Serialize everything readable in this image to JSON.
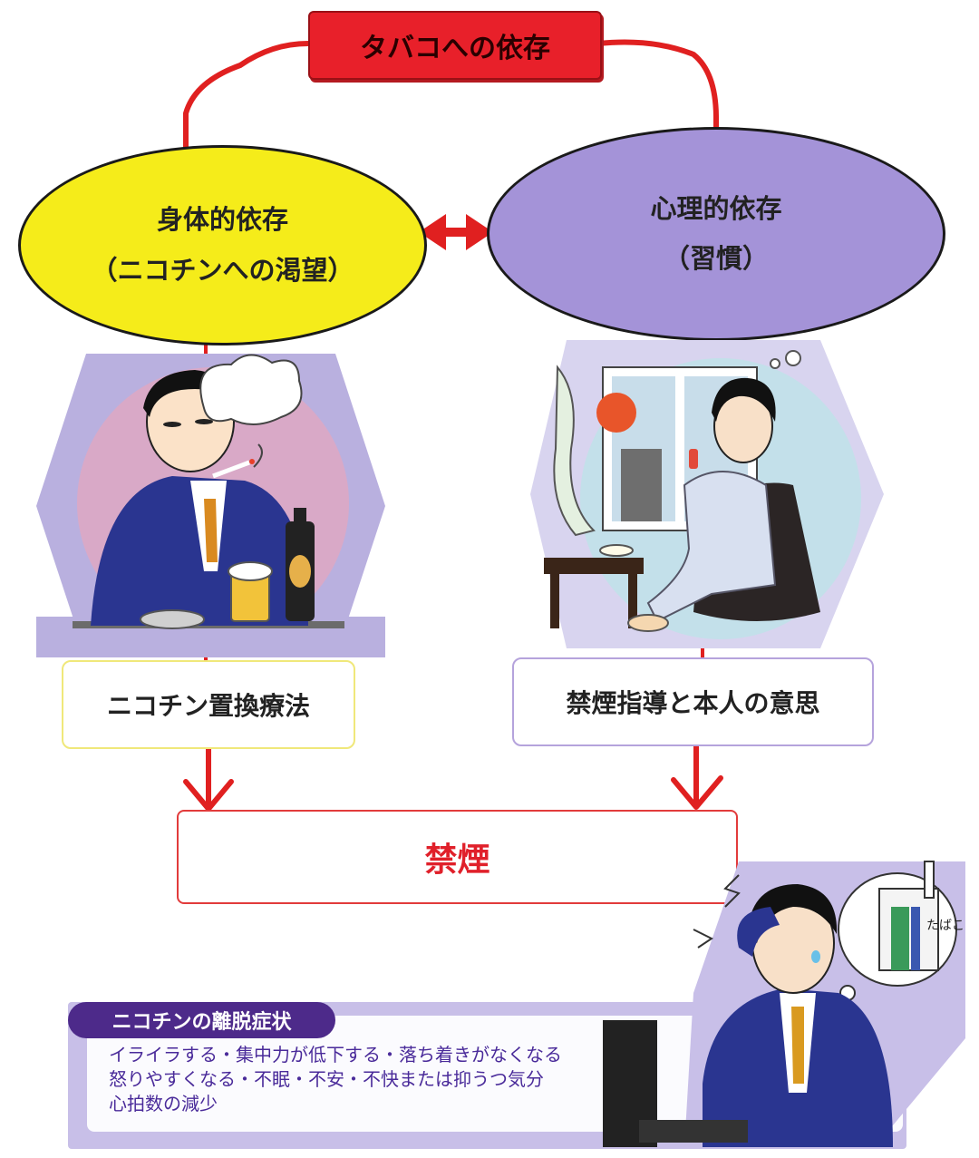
{
  "top_box": {
    "label": "タバコへの依存"
  },
  "left_node": {
    "title": "身体的依存",
    "subtitle": "（ニコチンへの渇望）"
  },
  "right_node": {
    "title": "心理的依存",
    "subtitle": "（習慣）"
  },
  "left_method": {
    "label": "ニコチン置換療法"
  },
  "right_method": {
    "label": "禁煙指導と本人の意思"
  },
  "result": {
    "label": "禁煙"
  },
  "withdrawal": {
    "title": "ニコチンの離脱症状",
    "lines": [
      "イライラする・集中力が低下する・落ち着きがなくなる",
      "怒りやすくなる・不眠・不安・不快または抑うつ気分",
      "心拍数の減少"
    ]
  },
  "cigarette_pack_text": "たばこ",
  "colors": {
    "red": "#e8202a",
    "yellow": "#f5ec1a",
    "purple": "#a493d8",
    "dark_purple": "#4d2a8a",
    "lavender": "#c8bfe8"
  }
}
